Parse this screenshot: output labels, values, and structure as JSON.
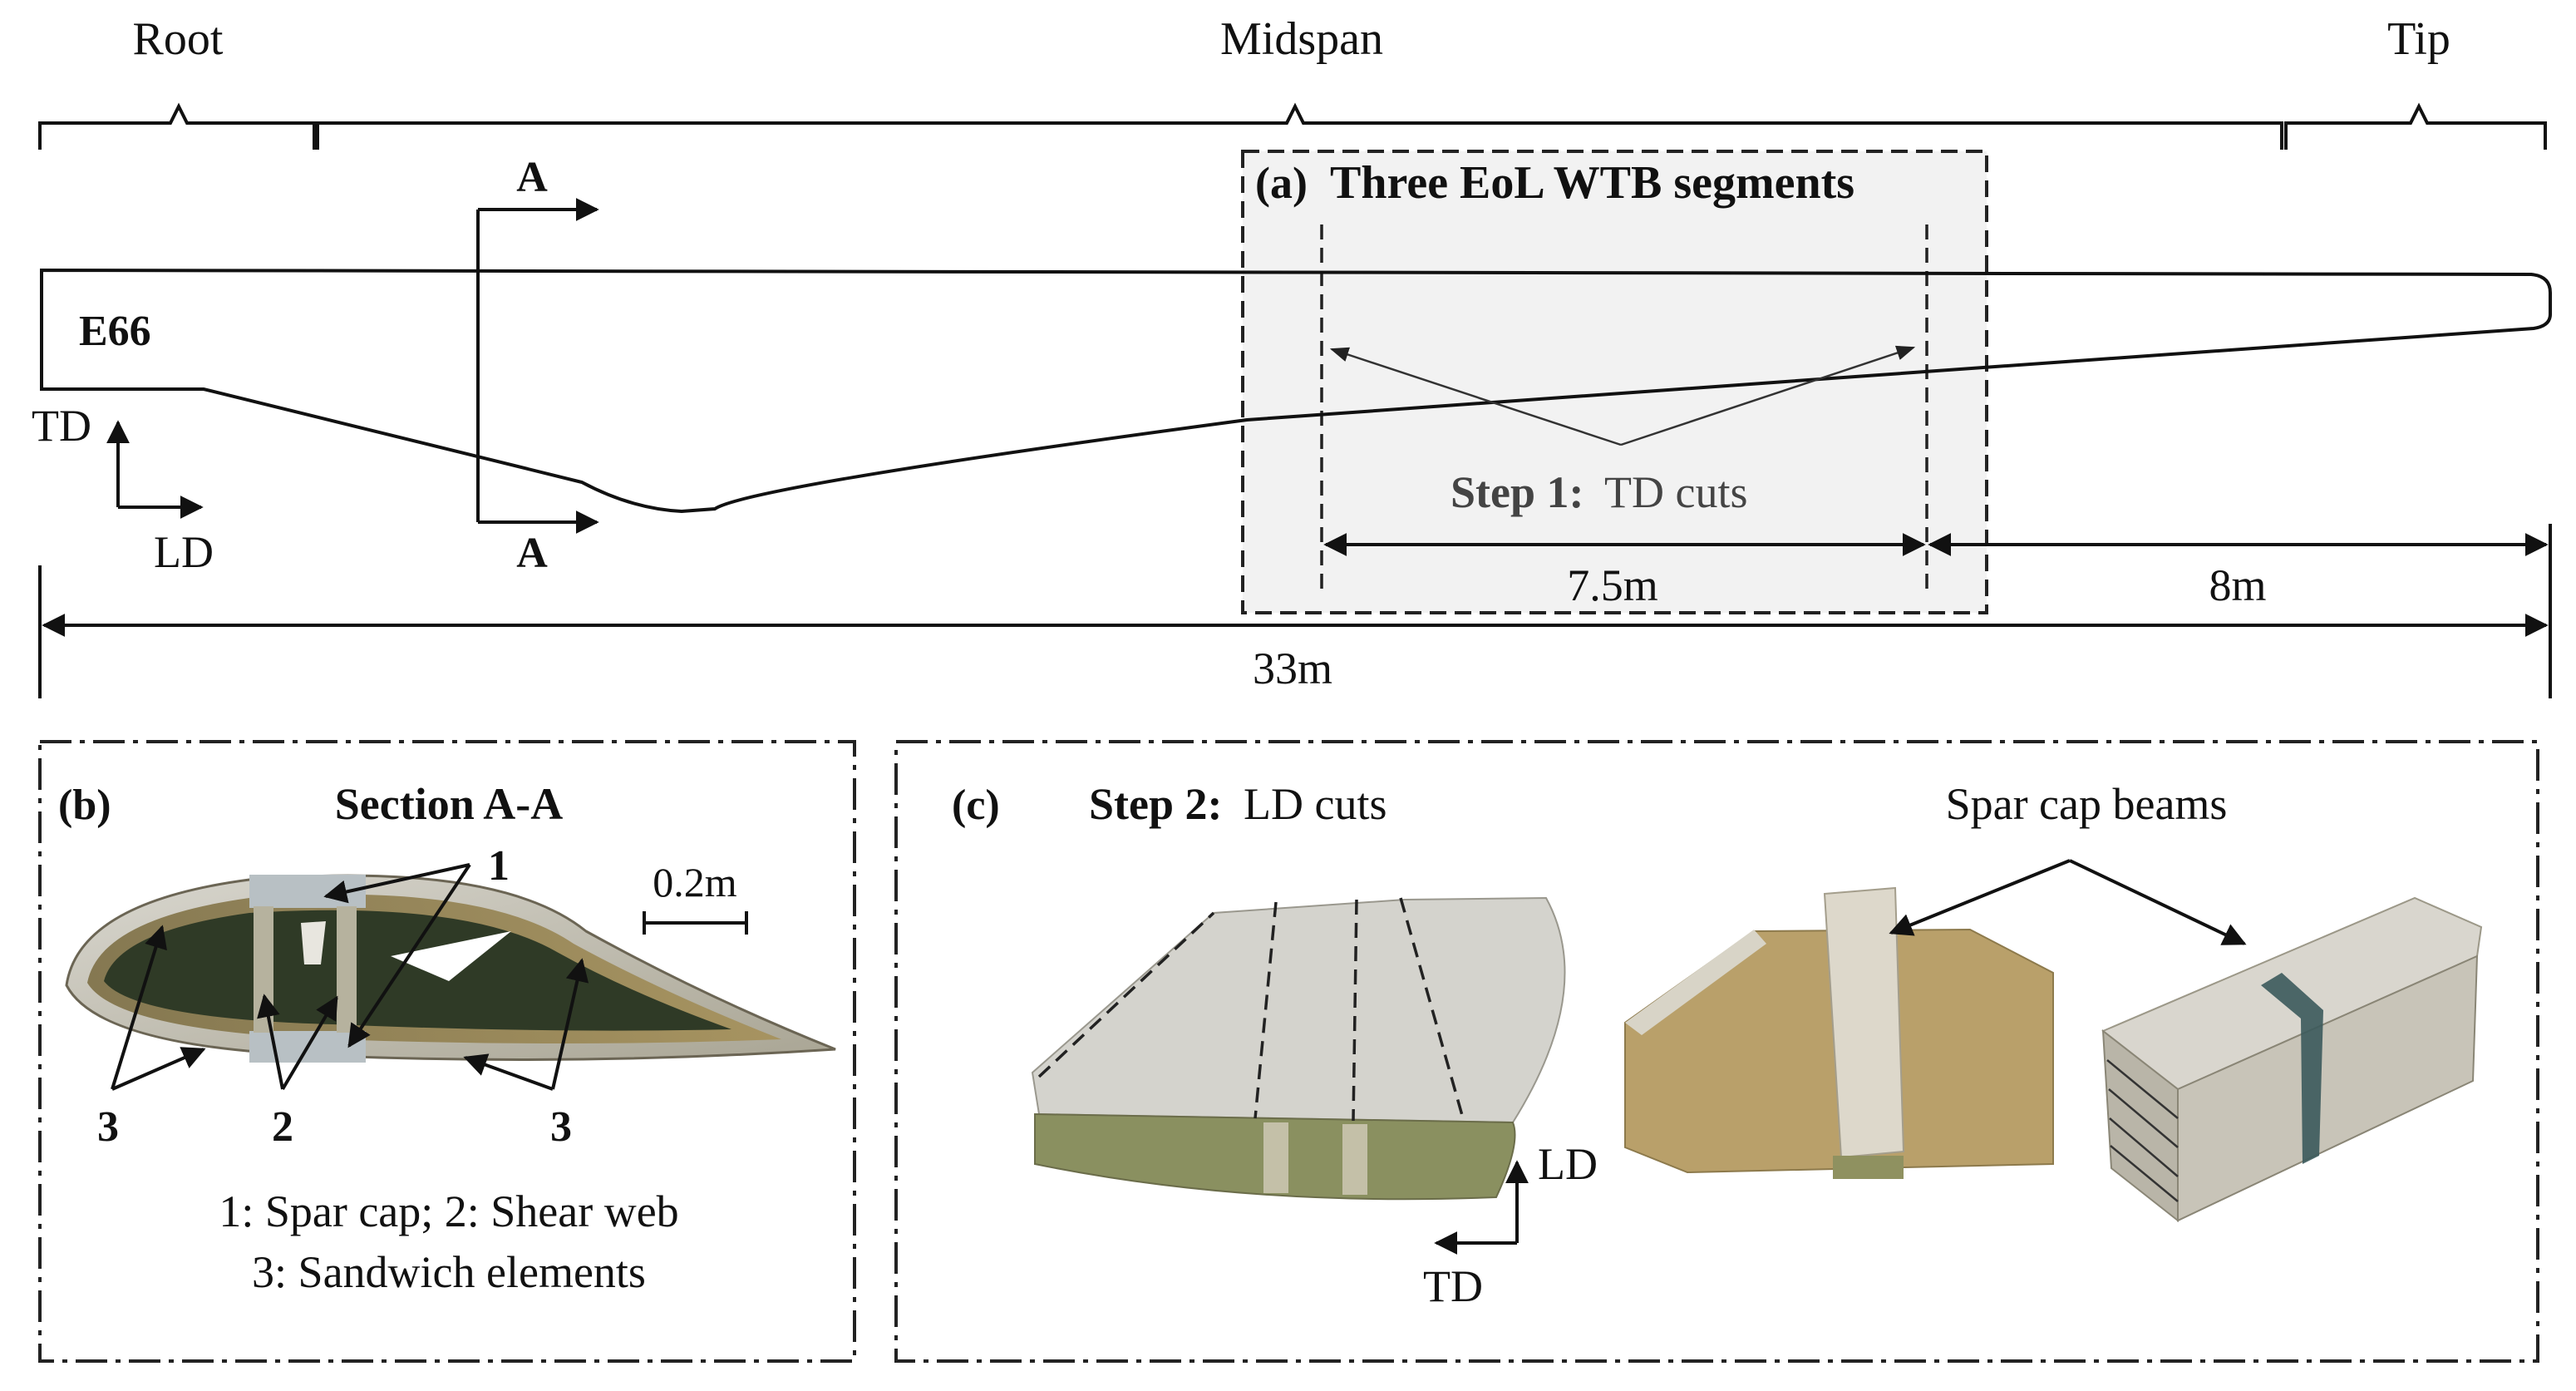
{
  "span_labels": {
    "root": "Root",
    "midspan": "Midspan",
    "tip": "Tip"
  },
  "blade": {
    "model": "E66",
    "section_marker": "A",
    "dir_td": "TD",
    "dir_ld": "LD"
  },
  "panel_a": {
    "tag": "(a)",
    "title": "Three EoL WTB segments",
    "step_bold": "Step 1:",
    "step_text": "TD cuts",
    "dim_segment": "7.5m",
    "dim_tip": "8m",
    "dim_total": "33m"
  },
  "panel_b": {
    "tag": "(b)",
    "title": "Section A-A",
    "scale": "0.2m",
    "callout_1": "1",
    "callout_2": "2",
    "callout_3": "3",
    "legend_line1": "1: Spar cap; 2: Shear web",
    "legend_line2": "3: Sandwich elements"
  },
  "panel_c": {
    "tag": "(c)",
    "step_bold": "Step 2:",
    "step_text": "LD cuts",
    "beams_label": "Spar cap beams",
    "dir_ld": "LD",
    "dir_td": "TD"
  },
  "colors": {
    "panel_bg": "#f4f4f4",
    "blade_shell": "#c9c6b8",
    "inner_core": "#6f7a52",
    "beam": "#d6d3c8",
    "strap": "#3b5a5c"
  }
}
